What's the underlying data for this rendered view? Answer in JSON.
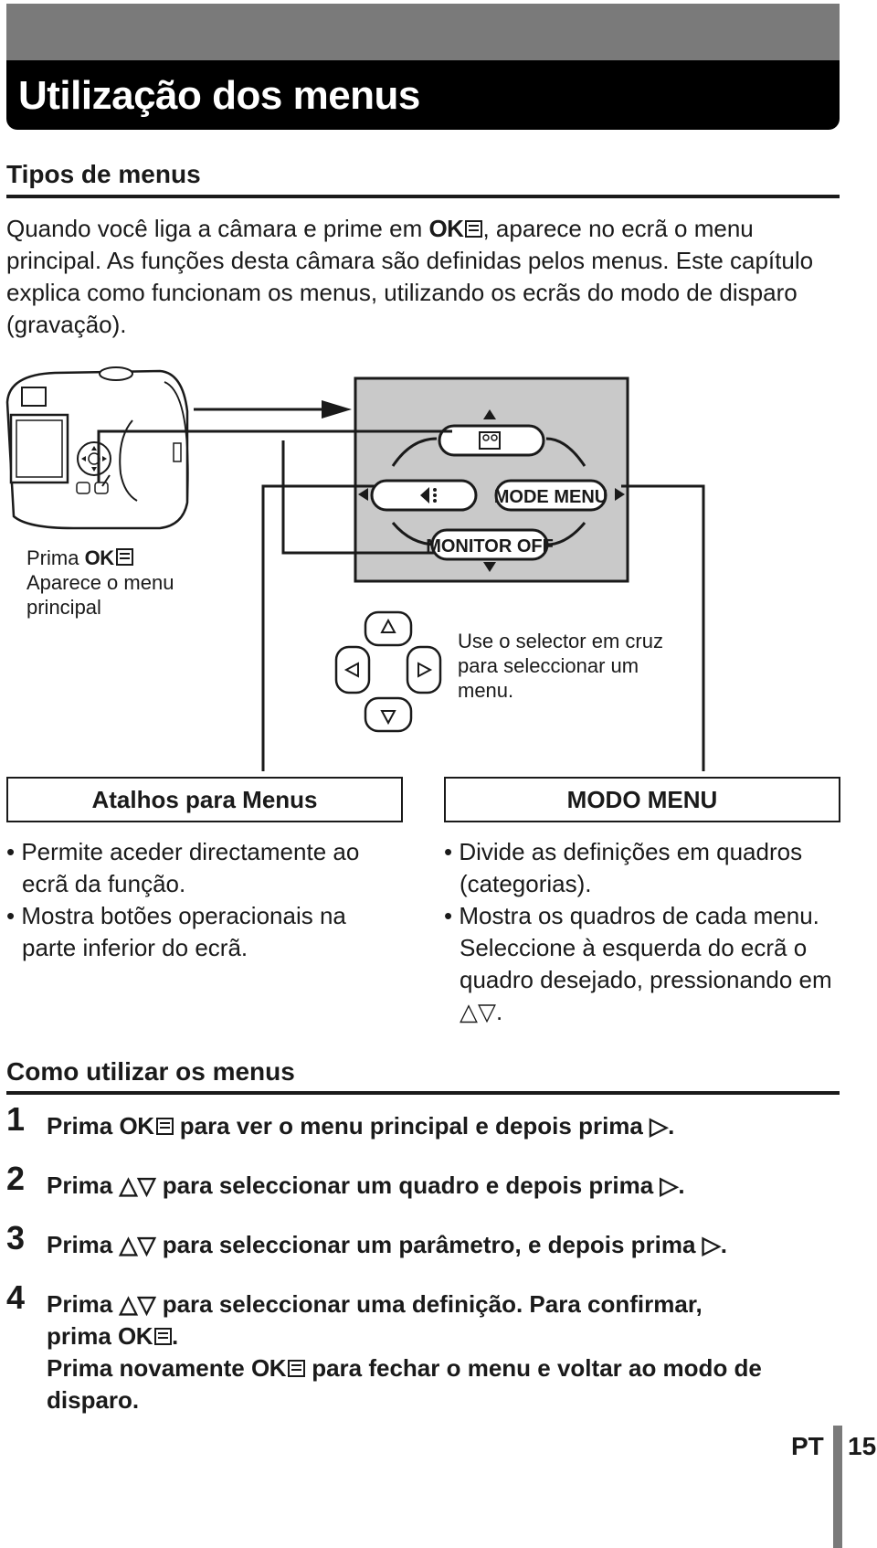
{
  "page_title": "Utilização dos menus",
  "section1": {
    "heading": "Tipos de menus",
    "intro_pre": "Quando você liga a câmara e prime em ",
    "ok_label": "OK",
    "intro_post": ", aparece no ecrã o menu principal. As funções desta câmara são definidas pelos menus. Este capítulo explica como funcionam os menus, utilizando os ecrãs do modo de disparo (gravação)."
  },
  "diagram": {
    "prima_label": "Prima",
    "ok_label": "OK",
    "appears_text": "Aparece o menu principal",
    "selector_text": "Use o selector em cruz para seleccionar um menu.",
    "screen": {
      "mode_menu": "MODE MENU",
      "monitor_off": "MONITOR OFF"
    }
  },
  "boxes": [
    {
      "title": "Atalhos para Menus",
      "bullets": [
        "Permite aceder directamente ao ecrã da função.",
        "Mostra botões operacionais na parte inferior do ecrã."
      ]
    },
    {
      "title": "MODO MENU",
      "bullets": [
        "Divide as definições em quadros (categorias).",
        "Mostra os quadros de cada menu. Seleccione à esquerda do ecrã o quadro desejado, pressionando em △▽."
      ]
    }
  ],
  "section2": {
    "heading": "Como utilizar os menus",
    "steps": [
      {
        "num": "1",
        "pre": "Prima ",
        "ok": "OK",
        "post": " para ver o menu principal e depois prima ▷."
      },
      {
        "num": "2",
        "text": "Prima △▽ para seleccionar um quadro e depois prima ▷."
      },
      {
        "num": "3",
        "text": "Prima △▽ para seleccionar um parâmetro, e depois prima ▷."
      },
      {
        "num": "4",
        "line1": "Prima △▽ para seleccionar uma definição. Para confirmar,",
        "line2_pre": "prima ",
        "ok": "OK",
        "line2_post": ".",
        "line3_pre": "Prima novamente ",
        "line3_post": " para fechar o menu e voltar ao modo de disparo."
      }
    ]
  },
  "footer": {
    "lang": "PT",
    "page": "15"
  }
}
